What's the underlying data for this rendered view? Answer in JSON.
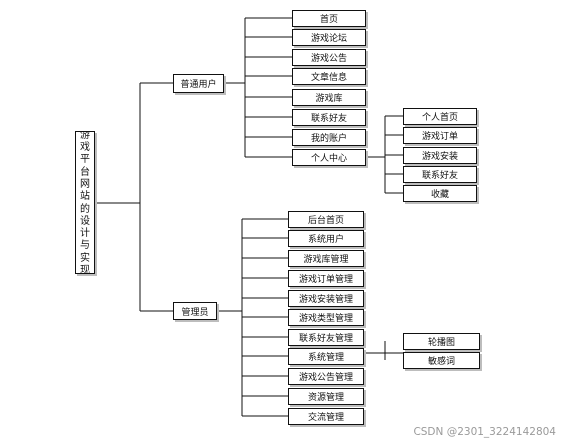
{
  "root": {
    "chars": [
      "游",
      "戏",
      "平",
      "台",
      "网",
      "站",
      "的",
      "设",
      "计",
      "与",
      "实",
      "现"
    ]
  },
  "user": {
    "label": "普通用户",
    "items": [
      "首页",
      "游戏论坛",
      "游戏公告",
      "文章信息",
      "游戏库",
      "联系好友",
      "我的账户",
      "个人中心"
    ],
    "personal_center_items": [
      "个人首页",
      "游戏订单",
      "游戏安装",
      "联系好友",
      "收藏"
    ]
  },
  "admin": {
    "label": "管理员",
    "items": [
      "后台首页",
      "系统用户",
      "游戏库管理",
      "游戏订单管理",
      "游戏安装管理",
      "游戏类型管理",
      "联系好友管理",
      "系统管理",
      "游戏公告管理",
      "资源管理",
      "交流管理"
    ],
    "system_items": [
      "轮播图",
      "敏感词"
    ]
  },
  "watermark": "CSDN @2301_3224142804"
}
